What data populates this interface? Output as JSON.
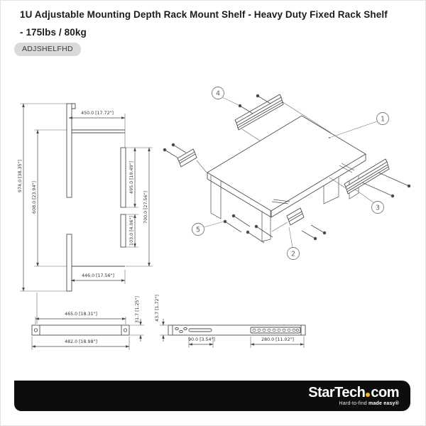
{
  "header": {
    "title_line1": "1U Adjustable Mounting Depth Rack Mount Shelf - Heavy Duty Fixed Rack Shelf",
    "title_line2": "- 175lbs / 80kg",
    "sku": "ADJSHELFHD"
  },
  "drawing": {
    "side_view": {
      "dim_top_depth": "450.0 [17.72\"]",
      "dim_overall_depth": "974.0 [38.35\"]",
      "dim_shelf_depth": "608.0 [23.94\"]",
      "dim_rear_bracket_upper": "495.0 [19.49\"]",
      "dim_rear_bracket_total": "700.0 [27.56\"]",
      "dim_rear_bracket_lower": "103.0 [4.06\"]",
      "dim_bottom_depth": "446.0 [17.56\"]"
    },
    "front_view": {
      "dim_inner_width": "465.0 [18.31\"]",
      "dim_outer_width": "482.0 [18.98\"]",
      "dim_height": "31.7 [1.25\"]"
    },
    "rail_view": {
      "dim_height": "43.7 [1.72\"]",
      "dim_left_slot": "90.0 [3.54\"]",
      "dim_right_slot": "280.0 [11.02\"]"
    },
    "callouts": {
      "c1": "1",
      "c2": "2",
      "c3": "3",
      "c4": "4",
      "c5": "5"
    }
  },
  "footer": {
    "brand_name": "StarTech",
    "brand_tld": "com",
    "tagline_prefix": "Hard-to-find ",
    "tagline_emphasis": "made easy®",
    "accent_color": "#fdb813"
  }
}
